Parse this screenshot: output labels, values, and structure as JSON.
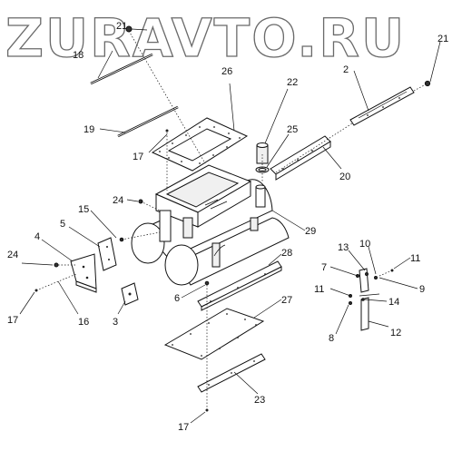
{
  "watermark": "ZURAVTO.RU",
  "parts": [
    {
      "id": "p21a",
      "label": "21"
    },
    {
      "id": "p18",
      "label": "18"
    },
    {
      "id": "p26",
      "label": "26"
    },
    {
      "id": "p22",
      "label": "22"
    },
    {
      "id": "p2",
      "label": "2"
    },
    {
      "id": "p21b",
      "label": "21"
    },
    {
      "id": "p19",
      "label": "19"
    },
    {
      "id": "p17a",
      "label": "17"
    },
    {
      "id": "p25",
      "label": "25"
    },
    {
      "id": "p20",
      "label": "20"
    },
    {
      "id": "p24a",
      "label": "24"
    },
    {
      "id": "p15",
      "label": "15"
    },
    {
      "id": "p29",
      "label": "29"
    },
    {
      "id": "p5",
      "label": "5"
    },
    {
      "id": "p4",
      "label": "4"
    },
    {
      "id": "p24b",
      "label": "24"
    },
    {
      "id": "p28",
      "label": "28"
    },
    {
      "id": "p13",
      "label": "13"
    },
    {
      "id": "p10",
      "label": "10"
    },
    {
      "id": "p11a",
      "label": "11"
    },
    {
      "id": "p7",
      "label": "7"
    },
    {
      "id": "p9",
      "label": "9"
    },
    {
      "id": "p6",
      "label": "6"
    },
    {
      "id": "p11b",
      "label": "11"
    },
    {
      "id": "p14",
      "label": "14"
    },
    {
      "id": "p3",
      "label": "3"
    },
    {
      "id": "p16",
      "label": "16"
    },
    {
      "id": "p17b",
      "label": "17"
    },
    {
      "id": "p27",
      "label": "27"
    },
    {
      "id": "p8",
      "label": "8"
    },
    {
      "id": "p12",
      "label": "12"
    },
    {
      "id": "p23",
      "label": "23"
    },
    {
      "id": "p17c",
      "label": "17"
    }
  ]
}
